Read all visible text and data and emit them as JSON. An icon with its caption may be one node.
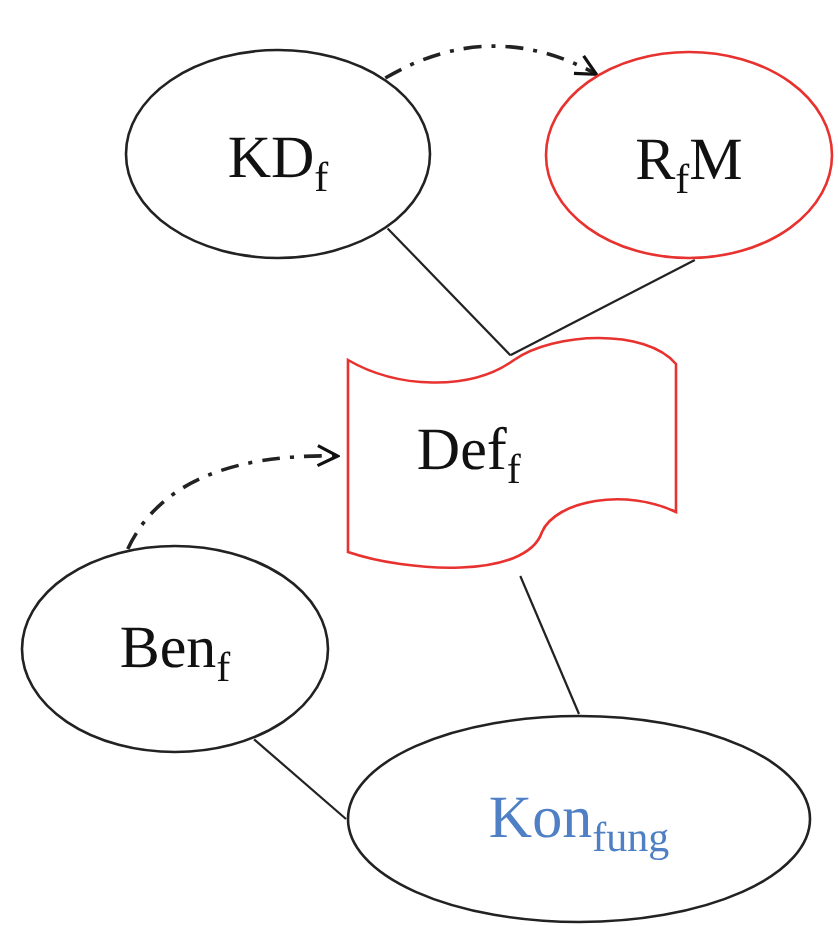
{
  "diagram": {
    "nodes": [
      {
        "text": [
          "KD$_{f}$"
        ]
      },
      {
        "text": [
          "R$_{f}$M"
        ]
      },
      {
        "text": [
          "Def$_{f}$"
        ]
      },
      {
        "text": [
          "Ben$_{f}$"
        ]
      },
      {
        "text": [
          "Kon$_{fung}$"
        ]
      }
    ],
    "edges": [
      {
        "from": 0,
        "to": 1,
        "arrow": "to",
        "style": "dashed"
      },
      {
        "from": 0,
        "to": 2,
        "arrow": "none"
      },
      {
        "from": 1,
        "to": 2,
        "arrow": "none"
      },
      {
        "from": 3,
        "to": 2,
        "arrow": "to",
        "style": "dashed"
      },
      {
        "from": 2,
        "to": 4,
        "arrow": "none"
      },
      {
        "from": 3,
        "to": 4,
        "arrow": "none"
      }
    ]
  }
}
